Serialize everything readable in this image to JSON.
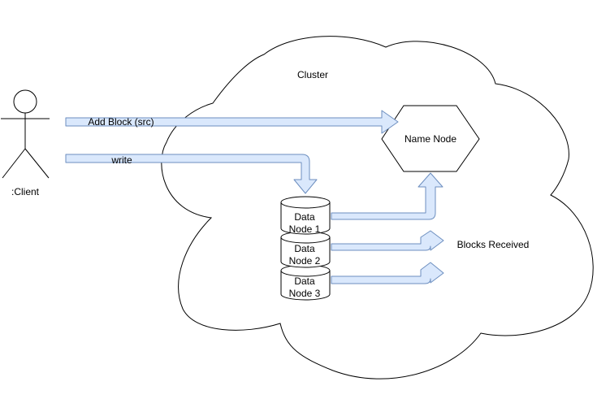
{
  "cluster": {
    "label": "Cluster"
  },
  "client": {
    "label": ":Client"
  },
  "name_node": {
    "label": "Name Node"
  },
  "data_nodes": [
    {
      "line1": "Data",
      "line2": "Node 1"
    },
    {
      "line1": "Data",
      "line2": "Node 2"
    },
    {
      "line1": "Data",
      "line2": "Node 3"
    }
  ],
  "arrows": {
    "add_block": "Add Block (src)",
    "write": "write"
  },
  "blocks_received": {
    "label": "Blocks Received"
  },
  "colors": {
    "arrow_fill": "#dae8fc",
    "arrow_stroke": "#6c8ebf",
    "outline": "#000000"
  }
}
